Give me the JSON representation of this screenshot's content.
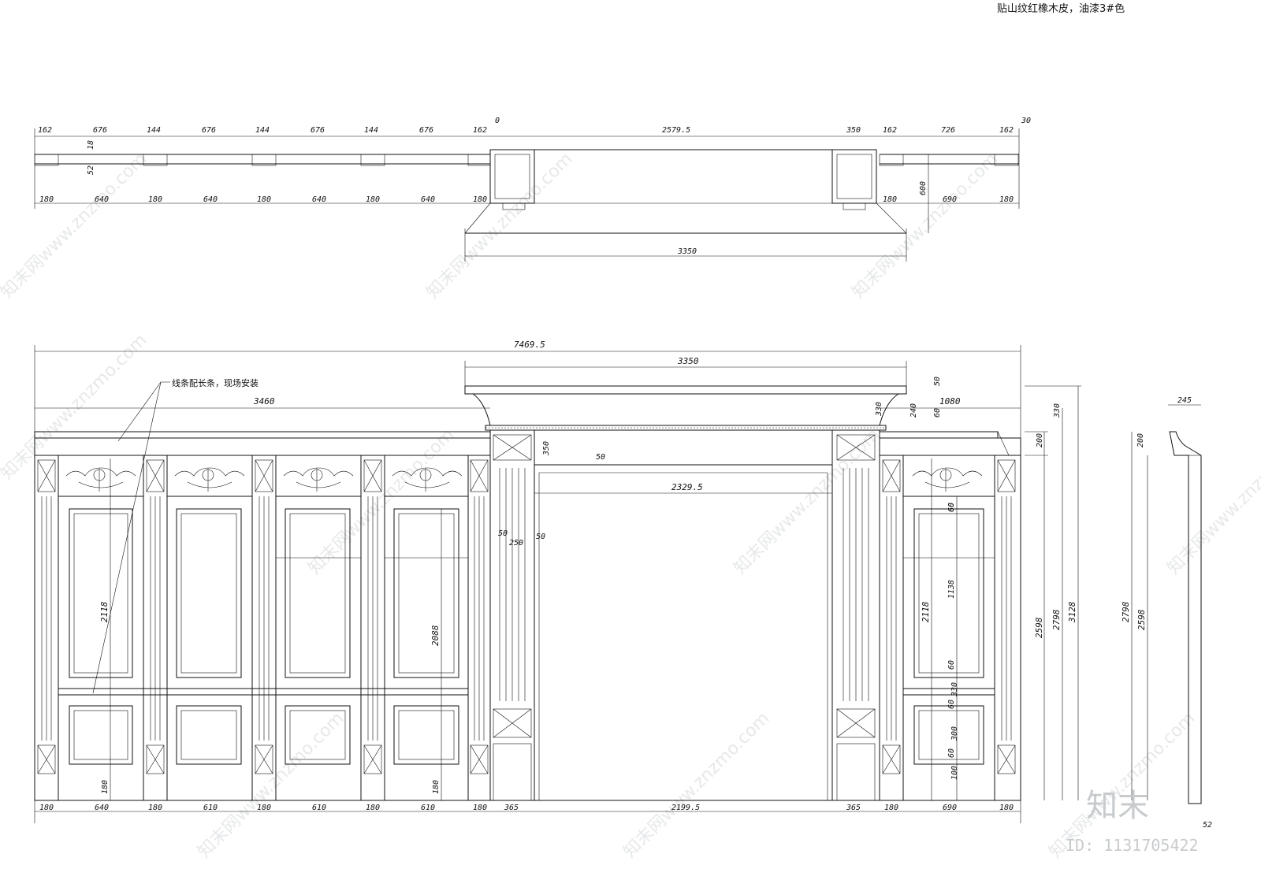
{
  "header_note": "贴山纹红橡木皮，油漆3#色",
  "plan": {
    "top_dims": [
      "162",
      "676",
      "144",
      "676",
      "144",
      "676",
      "144",
      "676",
      "162",
      "0",
      "2579.5",
      "350",
      "162",
      "726",
      "162",
      "30"
    ],
    "bottom_dims": [
      "180",
      "640",
      "180",
      "640",
      "180",
      "640",
      "180",
      "640",
      "180",
      "180",
      "690",
      "180"
    ],
    "side_dims": [
      "18",
      "52"
    ],
    "depth": "600",
    "overall": "3350"
  },
  "elevation": {
    "overall": "7469.5",
    "hood_width": "3350",
    "left_width": "3460",
    "right_top": "1080",
    "opening": "2329.5",
    "callout": "线条配长条，现场安装",
    "small_dims": [
      "50",
      "250",
      "50",
      "50",
      "350",
      "330",
      "240",
      "60",
      "50"
    ],
    "heights_left": [
      "2118",
      "2088",
      "180",
      "180"
    ],
    "heights_right": [
      "2118",
      "1138",
      "60",
      "60",
      "60",
      "330",
      "300",
      "60",
      "100",
      "60"
    ],
    "total_heights": [
      "2598",
      "2798",
      "3128",
      "330",
      "200"
    ],
    "bottom_dims": [
      "180",
      "640",
      "180",
      "610",
      "180",
      "610",
      "180",
      "610",
      "180",
      "365",
      "2199.5",
      "365",
      "180",
      "690",
      "180"
    ]
  },
  "section": {
    "width": "245",
    "heights": [
      "200",
      "2798",
      "2598"
    ],
    "foot": "52"
  },
  "watermark": {
    "text": "知末网www.znzmo.com",
    "logo": "知末",
    "id": "ID: 1131705422"
  }
}
